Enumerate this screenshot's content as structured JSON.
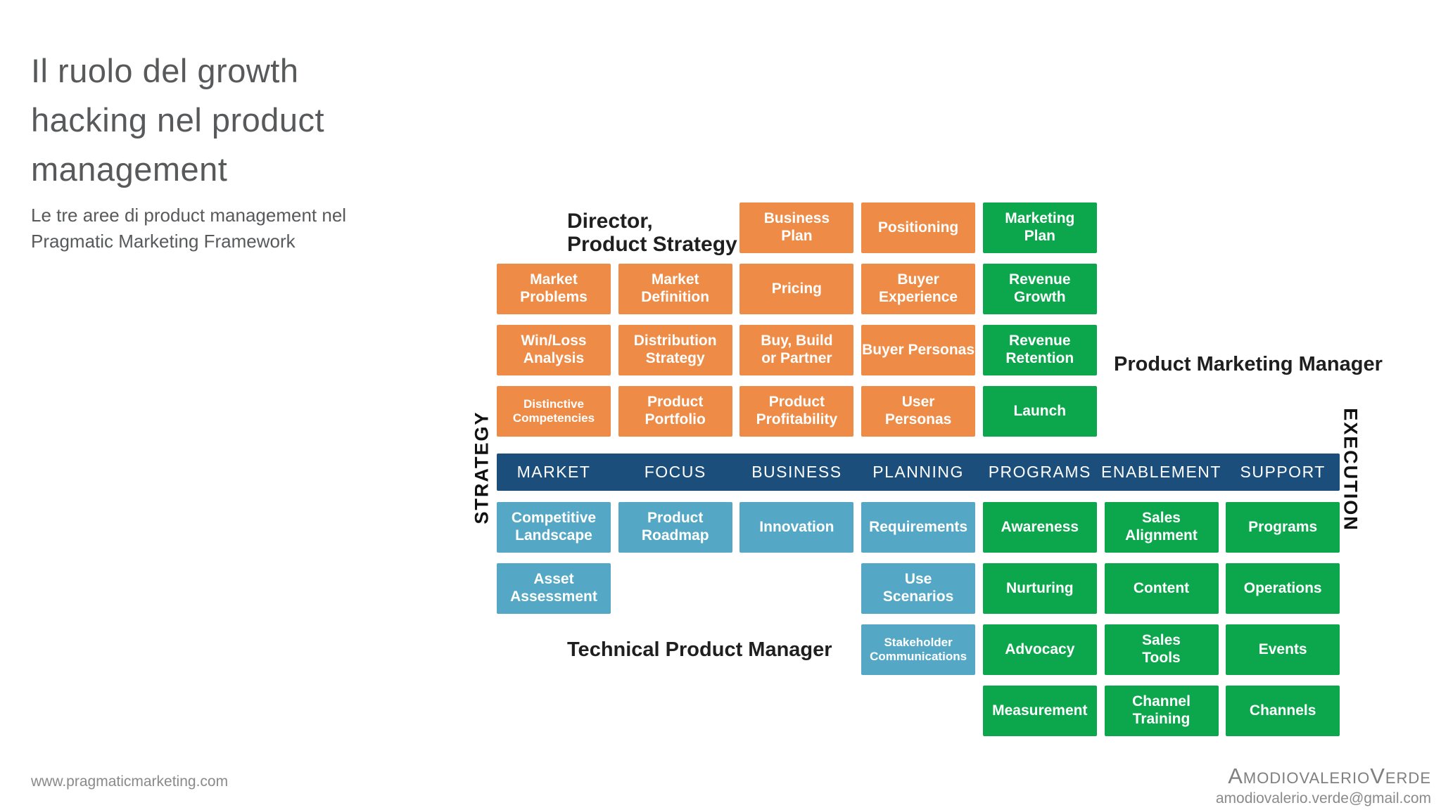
{
  "slide": {
    "title": "Il ruolo del growth hacking nel product management",
    "subtitle": "Le tre aree di product management nel Pragmatic Marketing Framework"
  },
  "labels": {
    "director": "Director,\nProduct Strategy",
    "product_marketing_manager": "Product Marketing Manager",
    "technical_product_manager": "Technical Product Manager",
    "strategy_axis": "STRATEGY",
    "execution_axis": "EXECUTION"
  },
  "colors": {
    "orange": "#ee8c47",
    "green": "#0ca74d",
    "light_blue": "#55a8c5",
    "dark_blue": "#1c4e7c"
  },
  "framework": {
    "columns": [
      "MARKET",
      "FOCUS",
      "BUSINESS",
      "PLANNING",
      "PROGRAMS",
      "ENABLEMENT",
      "SUPPORT"
    ],
    "cells": [
      {
        "label": "Business\nPlan",
        "row": 0,
        "col": 2,
        "color": "orange"
      },
      {
        "label": "Positioning",
        "row": 0,
        "col": 3,
        "color": "orange"
      },
      {
        "label": "Marketing\nPlan",
        "row": 0,
        "col": 4,
        "color": "green"
      },
      {
        "label": "Market\nProblems",
        "row": 1,
        "col": 0,
        "color": "orange"
      },
      {
        "label": "Market\nDefinition",
        "row": 1,
        "col": 1,
        "color": "orange"
      },
      {
        "label": "Pricing",
        "row": 1,
        "col": 2,
        "color": "orange"
      },
      {
        "label": "Buyer\nExperience",
        "row": 1,
        "col": 3,
        "color": "orange"
      },
      {
        "label": "Revenue\nGrowth",
        "row": 1,
        "col": 4,
        "color": "green"
      },
      {
        "label": "Win/Loss\nAnalysis",
        "row": 2,
        "col": 0,
        "color": "orange"
      },
      {
        "label": "Distribution\nStrategy",
        "row": 2,
        "col": 1,
        "color": "orange"
      },
      {
        "label": "Buy, Build\nor Partner",
        "row": 2,
        "col": 2,
        "color": "orange"
      },
      {
        "label": "Buyer Personas",
        "row": 2,
        "col": 3,
        "color": "orange"
      },
      {
        "label": "Revenue\nRetention",
        "row": 2,
        "col": 4,
        "color": "green"
      },
      {
        "label": "Distinctive\nCompetencies",
        "row": 3,
        "col": 0,
        "color": "orange"
      },
      {
        "label": "Product\nPortfolio",
        "row": 3,
        "col": 1,
        "color": "orange"
      },
      {
        "label": "Product\nProfitability",
        "row": 3,
        "col": 2,
        "color": "orange"
      },
      {
        "label": "User\nPersonas",
        "row": 3,
        "col": 3,
        "color": "orange"
      },
      {
        "label": "Launch",
        "row": 3,
        "col": 4,
        "color": "green"
      },
      {
        "label": "Competitive\nLandscape",
        "row": 4,
        "col": 0,
        "color": "light_blue"
      },
      {
        "label": "Product\nRoadmap",
        "row": 4,
        "col": 1,
        "color": "light_blue"
      },
      {
        "label": "Innovation",
        "row": 4,
        "col": 2,
        "color": "light_blue"
      },
      {
        "label": "Requirements",
        "row": 4,
        "col": 3,
        "color": "light_blue"
      },
      {
        "label": "Awareness",
        "row": 4,
        "col": 4,
        "color": "green"
      },
      {
        "label": "Sales\nAlignment",
        "row": 4,
        "col": 5,
        "color": "green"
      },
      {
        "label": "Programs",
        "row": 4,
        "col": 6,
        "color": "green"
      },
      {
        "label": "Asset\nAssessment",
        "row": 5,
        "col": 0,
        "color": "light_blue"
      },
      {
        "label": "Use\nScenarios",
        "row": 5,
        "col": 3,
        "color": "light_blue"
      },
      {
        "label": "Nurturing",
        "row": 5,
        "col": 4,
        "color": "green"
      },
      {
        "label": "Content",
        "row": 5,
        "col": 5,
        "color": "green"
      },
      {
        "label": "Operations",
        "row": 5,
        "col": 6,
        "color": "green"
      },
      {
        "label": "Stakeholder\nCommunications",
        "row": 6,
        "col": 3,
        "color": "light_blue"
      },
      {
        "label": "Advocacy",
        "row": 6,
        "col": 4,
        "color": "green"
      },
      {
        "label": "Sales\nTools",
        "row": 6,
        "col": 5,
        "color": "green"
      },
      {
        "label": "Events",
        "row": 6,
        "col": 6,
        "color": "green"
      },
      {
        "label": "Measurement",
        "row": 7,
        "col": 4,
        "color": "green"
      },
      {
        "label": "Channel\nTraining",
        "row": 7,
        "col": 5,
        "color": "green"
      },
      {
        "label": "Channels",
        "row": 7,
        "col": 6,
        "color": "green"
      }
    ]
  },
  "footer": {
    "website": "www.pragmaticmarketing.com",
    "author": "AmodiovalerioVerde",
    "email": "amodiovalerio.verde@gmail.com"
  }
}
